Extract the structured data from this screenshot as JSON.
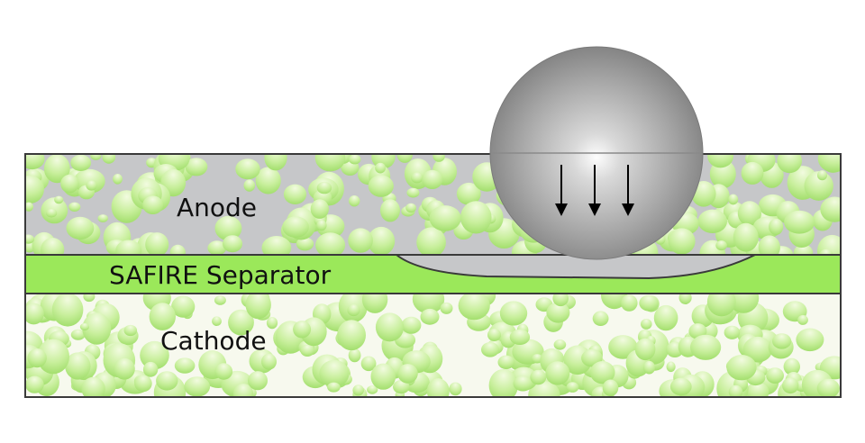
{
  "labels": {
    "anode": "Anode",
    "separator": "SAFIRE Separator",
    "cathode": "Cathode"
  },
  "colors": {
    "background": "#ffffff",
    "anode_matrix": "#c6c7c9",
    "cathode_matrix": "#f7f9ee",
    "separator": "#9be85a",
    "particle_light": "#f2fbe0",
    "particle_dark": "#9ddc66",
    "border": "#3a3a3a",
    "sphere_light": "#fafafa",
    "sphere_dark": "#6f6f6f"
  },
  "icons": {
    "impact_arrows": "down-arrow-icon"
  }
}
